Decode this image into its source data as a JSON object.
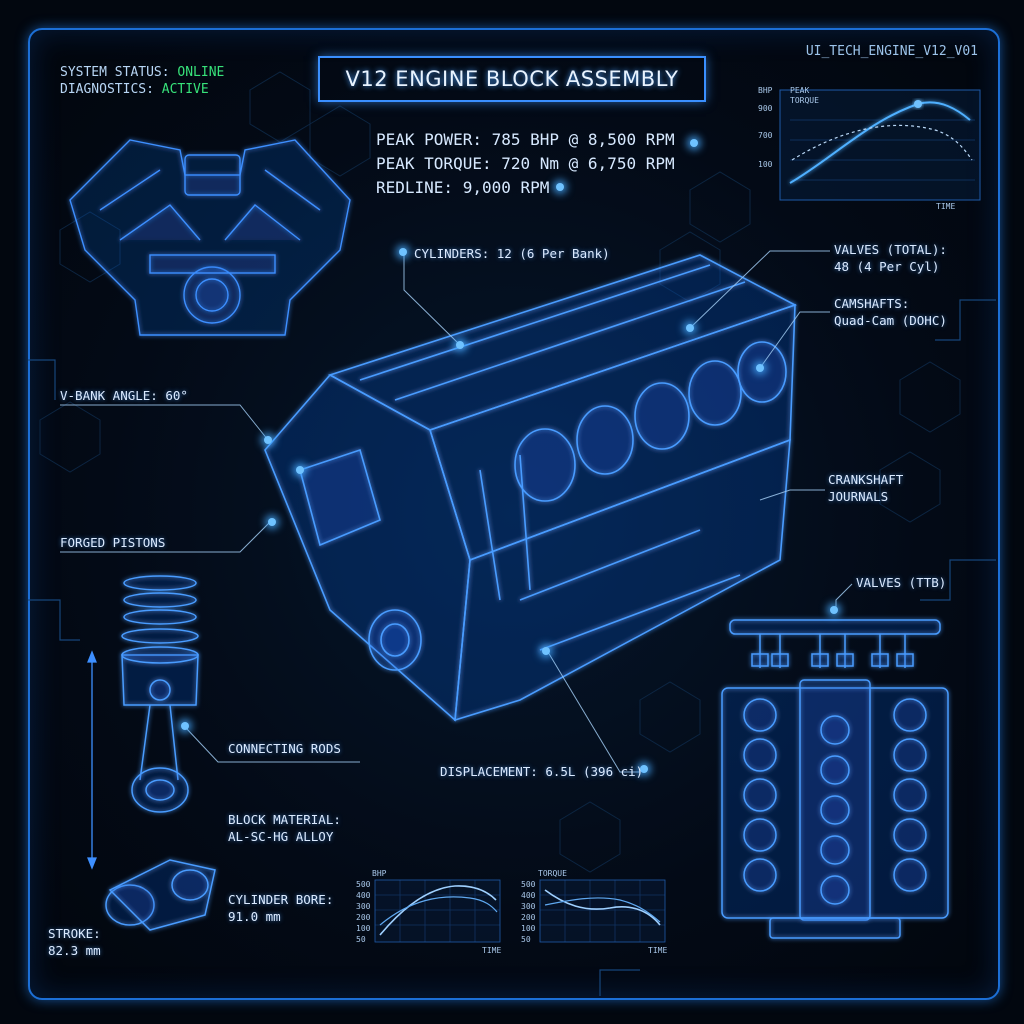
{
  "header": {
    "system_status_label": "SYSTEM STATUS:",
    "system_status_value": "ONLINE",
    "diagnostics_label": "DIAGNOSTICS:",
    "diagnostics_value": "ACTIVE",
    "title": "V12 ENGINE BLOCK ASSEMBLY",
    "ui_id": "UI_TECH_ENGINE_V12_V01"
  },
  "specs": {
    "peak_power": "PEAK POWER: 785 BHP @ 8,500 RPM",
    "peak_torque": "PEAK TORQUE: 720 Nm @ 6,750 RPM",
    "redline": "REDLINE: 9,000 RPM"
  },
  "callouts": {
    "cylinders": "CYLINDERS: 12 (6 Per Bank)",
    "valves_total_1": "VALVES (TOTAL):",
    "valves_total_2": "48 (4 Per Cyl)",
    "camshafts_1": "CAMSHAFTS:",
    "camshafts_2": "Quad-Cam (DOHC)",
    "v_bank_angle": "V-BANK ANGLE: 60°",
    "crankshaft_1": "CRANKSHAFT",
    "crankshaft_2": "JOURNALS",
    "forged_pistons": "FORGED PISTONS",
    "valves_ttb": "VALVES (TTB)",
    "connecting_rods": "CONNECTING RODS",
    "displacement": "DISPLACEMENT: 6.5L (396 ci)",
    "block_material_1": "BLOCK MATERIAL:",
    "block_material_2": "AL-SC-HG ALLOY",
    "cylinder_bore_1": "CYLINDER BORE:",
    "cylinder_bore_2": "91.0 mm",
    "stroke_1": "STROKE:",
    "stroke_2": "82.3 mm"
  },
  "top_chart": {
    "y_unit": "BHP",
    "series_label_1": "PEAK",
    "series_label_2": "TORQUE",
    "y_ticks": [
      "900",
      "700",
      "100"
    ],
    "x_label": "TIME"
  },
  "bottom_charts": [
    {
      "title": "BHP",
      "y_ticks": [
        "500",
        "400",
        "300",
        "200",
        "100",
        "50"
      ],
      "x_label": "TIME"
    },
    {
      "title": "TORQUE",
      "y_ticks": [
        "500",
        "400",
        "300",
        "200",
        "100",
        "50"
      ],
      "x_label": "TIME"
    }
  ],
  "colors": {
    "accent": "#3a8fff",
    "glow": "#6fc2ff",
    "status_ok": "#37e27a",
    "background": "#02070f"
  }
}
